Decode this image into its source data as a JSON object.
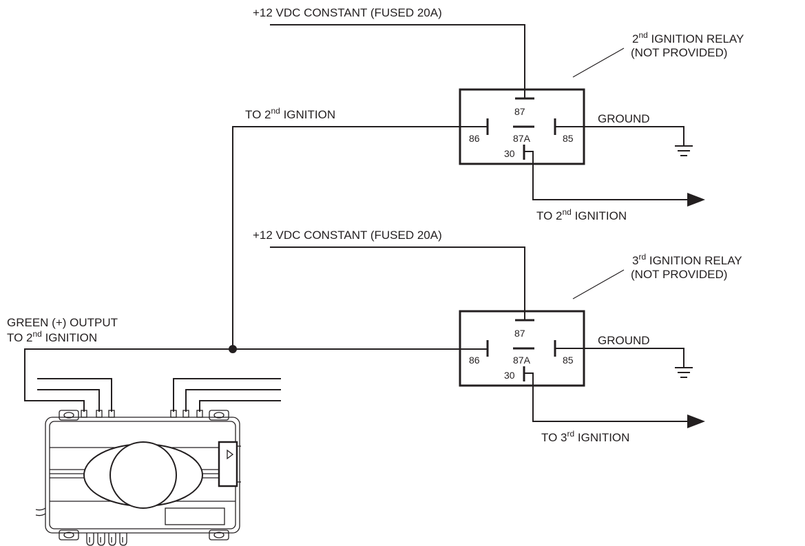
{
  "supply_top": "+12 VDC CONSTANT (FUSED 20A)",
  "supply_mid": "+12 VDC CONSTANT (FUSED 20A)",
  "relay2": {
    "title_num": "2",
    "title_sup": "nd",
    "title_rest": " IGNITION RELAY",
    "subtitle": "(NOT PROVIDED)",
    "pins": {
      "p87": "87",
      "p86": "86",
      "p87a": "87A",
      "p85": "85",
      "p30": "30"
    }
  },
  "relay3": {
    "title_num": "3",
    "title_sup": "rd",
    "title_rest": " IGNITION RELAY",
    "subtitle": "(NOT PROVIDED)",
    "pins": {
      "p87": "87",
      "p86": "86",
      "p87a": "87A",
      "p85": "85",
      "p30": "30"
    }
  },
  "to2_upper": {
    "pre": "TO 2",
    "sup": "nd",
    "post": " IGNITION"
  },
  "to2_out": {
    "pre": "TO 2",
    "sup": "nd",
    "post": " IGNITION"
  },
  "to3_out": {
    "pre": "TO 3",
    "sup": "rd",
    "post": " IGNITION"
  },
  "ground_top": "GROUND",
  "ground_bottom": "GROUND",
  "green_line1": "GREEN (+) OUTPUT",
  "green_line2": {
    "pre": "TO 2",
    "sup": "nd",
    "post": " IGNITION"
  },
  "colors": {
    "ink": "#231f20",
    "background": "#ffffff"
  }
}
